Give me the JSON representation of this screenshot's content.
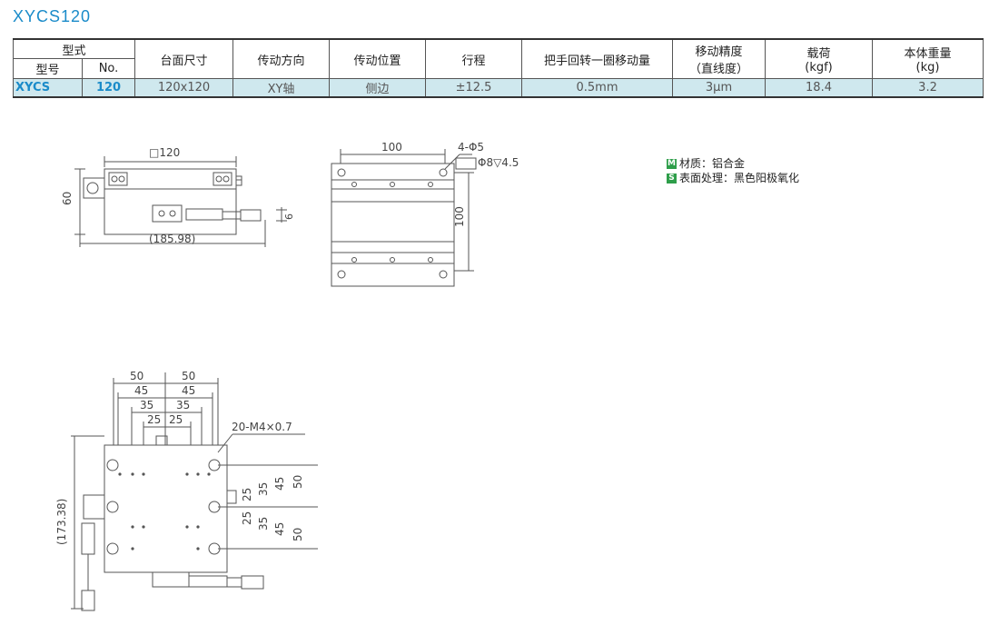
{
  "title": "XYCS120",
  "table": {
    "group_header": "型式",
    "sub_headers": [
      "型号",
      "No."
    ],
    "headers": [
      "台面尺寸",
      "传动方向",
      "传动位置",
      "行程",
      "把手回转一圈移动量",
      "移动精度",
      "载荷",
      "本体重量"
    ],
    "header_units": [
      "",
      "",
      "",
      "",
      "",
      "（直线度）",
      "(kgf)",
      "(kg)"
    ],
    "row": [
      "XYCS",
      "120",
      "120x120",
      "XY轴",
      "侧边",
      "±12.5",
      "0.5mm",
      "3μm",
      "18.4",
      "3.2"
    ]
  },
  "notes": {
    "material_badge": "M",
    "material": "材质：铝合金",
    "surface_badge": "S",
    "surface": "表面处理：黑色阳极氧化"
  },
  "drawing_labels": {
    "side_top_dim": "□120",
    "side_height": "60",
    "side_small": "6",
    "side_total": "(185.98)",
    "top_width": "100",
    "top_holes": "4-Φ5",
    "top_counterbore": "Φ8▽4.5",
    "top_height": "100",
    "plan_d50": "50",
    "plan_d45": "45",
    "plan_d35": "35",
    "plan_d25": "25",
    "plan_taps": "20-M4×0.7",
    "plan_total": "(173.38)"
  },
  "colors": {
    "accent": "#1a8bc9",
    "table_row": "#cfe8ee",
    "badge": "#2e9e4a"
  }
}
